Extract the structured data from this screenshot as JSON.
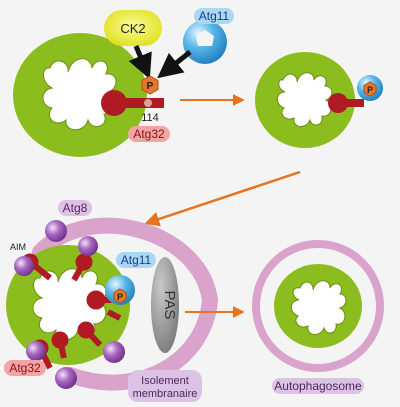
{
  "labels": {
    "ck2": "CK2",
    "atg11_top": "Atg11",
    "residue": "114",
    "atg32_top": "Atg32",
    "p": "P",
    "atg8": "Atg8",
    "aim": "AIM",
    "atg11_bottom": "Atg11",
    "pas": "PAS",
    "atg32_bottom": "Atg32",
    "isolation_line1": "Isolement",
    "isolation_line2": "membranaire",
    "autophagosome": "Autophagosome"
  },
  "colors": {
    "mitochondrion": "#8cbd1e",
    "mito_inner": "#ffffff",
    "receptor": "#b01a22",
    "phospho": "#e7782a",
    "ck2": "#e6e71e",
    "atg11": "#3aa3de",
    "atg8": "#9b57b8",
    "membrane": "#d9a3cc",
    "pas": "#8f8f8f",
    "arrow": "#e8731f",
    "label_red_bg": "#f3a4a4",
    "label_blue_bg": "#a9d8f2",
    "label_purple_bg": "#dcc2e4"
  }
}
